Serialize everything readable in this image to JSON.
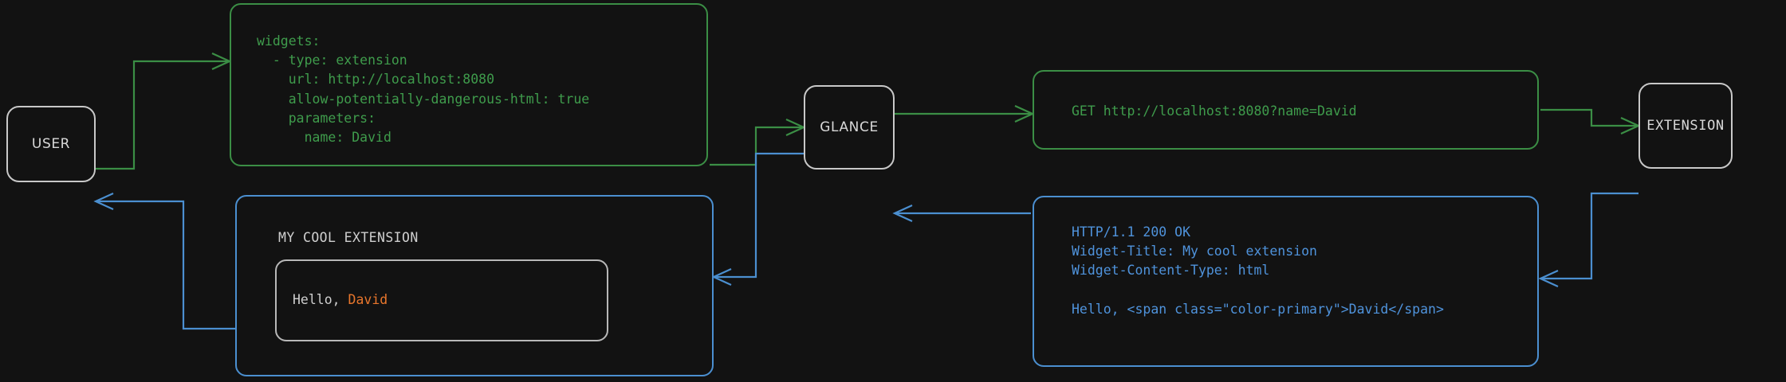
{
  "theme": {
    "background": "#121212",
    "node_border": "#c8c8c8",
    "node_text": "#d8d8d8",
    "request_green": "#3f9c4c",
    "response_blue": "#4f93dc",
    "accent_orange": "#e8762c",
    "widget_text": "#cfcfcf"
  },
  "nodes": {
    "user": {
      "label": "USER"
    },
    "glance": {
      "label": "GLANCE"
    },
    "extension": {
      "label": "EXTENSION"
    }
  },
  "panels": {
    "yaml_config": {
      "color": "#3f9c4c",
      "text": "widgets:\n  - type: extension\n    url: http://localhost:8080\n    allow-potentially-dangerous-html: true\n    parameters:\n      name: David"
    },
    "http_request": {
      "color": "#3f9c4c",
      "text": "GET http://localhost:8080?name=David"
    },
    "http_response": {
      "color": "#4f93dc",
      "text": "HTTP/1.1 200 OK\nWidget-Title: My cool extension\nWidget-Content-Type: html\n\nHello, <span class=\"color-primary\">David</span>"
    },
    "widget_preview": {
      "color": "#4f93dc",
      "title": "MY COOL EXTENSION",
      "body_prefix": "Hello, ",
      "body_accent": "David"
    }
  },
  "connectors": [
    {
      "name": "user-to-config",
      "color": "#3f9c4c",
      "direction": "right"
    },
    {
      "name": "config-to-glance",
      "color": "#3f9c4c",
      "direction": "right"
    },
    {
      "name": "glance-to-request",
      "color": "#3f9c4c",
      "direction": "right"
    },
    {
      "name": "request-to-extension",
      "color": "#3f9c4c",
      "direction": "right"
    },
    {
      "name": "extension-to-response",
      "color": "#4f93dc",
      "direction": "left"
    },
    {
      "name": "response-to-glance",
      "color": "#4f93dc",
      "direction": "left"
    },
    {
      "name": "glance-to-widget",
      "color": "#4f93dc",
      "direction": "left"
    },
    {
      "name": "widget-to-user",
      "color": "#4f93dc",
      "direction": "left"
    }
  ]
}
